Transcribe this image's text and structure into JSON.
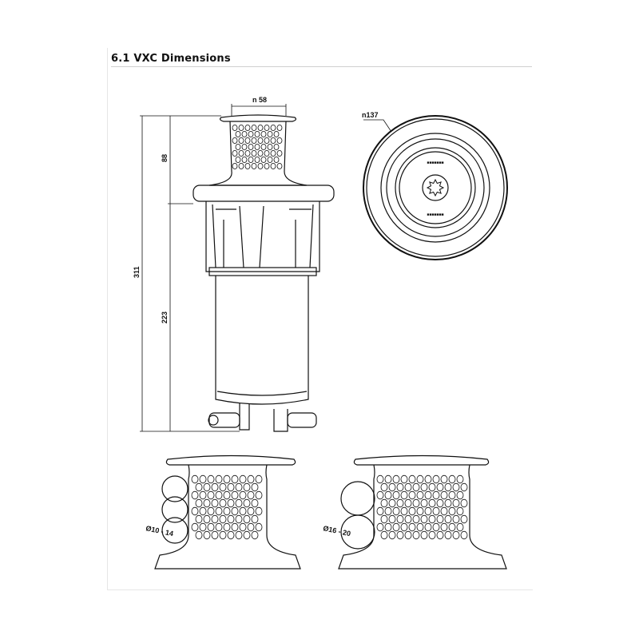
{
  "section_title": "6.1 VXC Dimensions",
  "dimensions": {
    "drum_diameter": "n 58",
    "top_diameter": "n137",
    "drum_height": "88",
    "total_height": "311",
    "below_deck_height": "223",
    "rope_left": "Ø10 - 14",
    "rope_right": "Ø16 - 20"
  }
}
